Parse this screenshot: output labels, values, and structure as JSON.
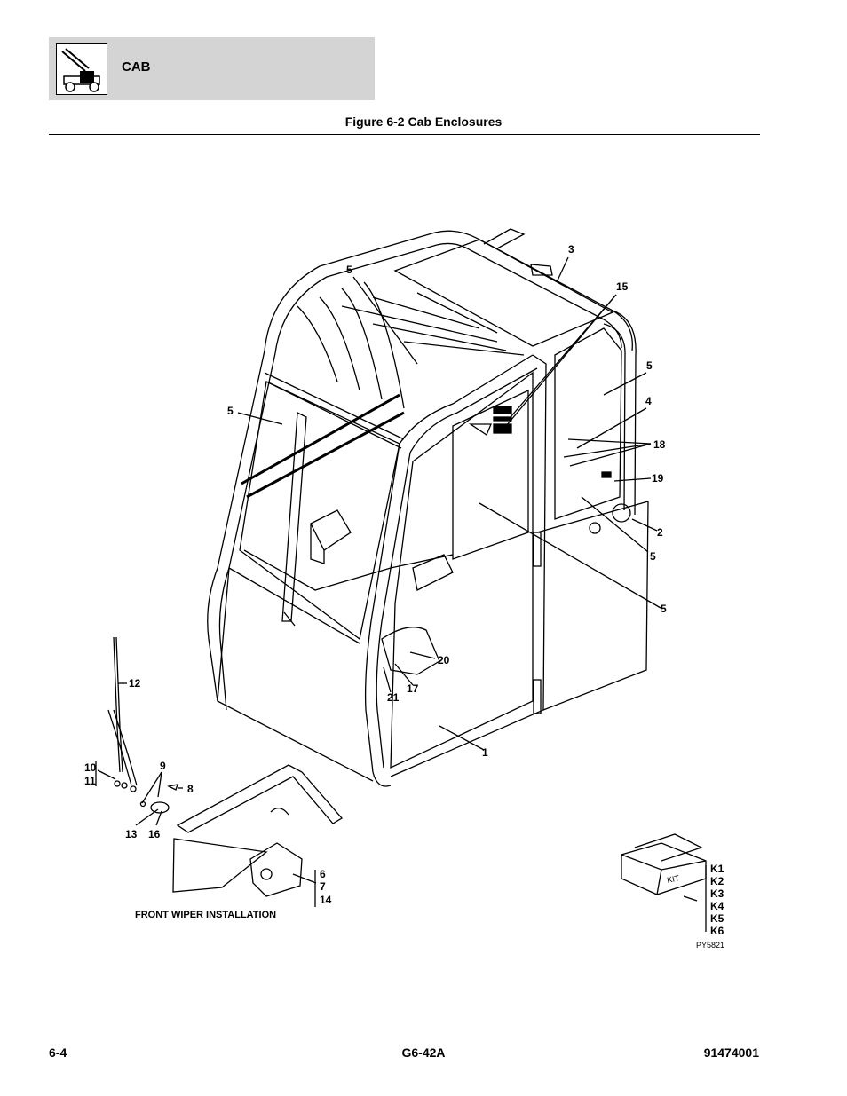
{
  "header": {
    "section_title": "CAB",
    "icon": "telehandler-icon"
  },
  "figure": {
    "title": "Figure 6-2 Cab Enclosures",
    "callouts": {
      "c1": "1",
      "c2": "2",
      "c3": "3",
      "c4": "4",
      "c5a": "5",
      "c5b": "5",
      "c5c": "5",
      "c5d": "5",
      "c5e": "5",
      "c15": "15",
      "c18": "18",
      "c19": "19",
      "c20": "20",
      "c17": "17",
      "c21": "21",
      "c12": "12",
      "c10": "10",
      "c11": "11",
      "c9": "9",
      "c8": "8",
      "c13": "13",
      "c16": "16",
      "c6": "6",
      "c7": "7",
      "c14": "14"
    },
    "wiper_caption": "FRONT WIPER INSTALLATION",
    "kit": {
      "box_label": "KIT",
      "items": [
        "K1",
        "K2",
        "K3",
        "K4",
        "K5",
        "K6"
      ]
    },
    "drawing_number": "PY5821"
  },
  "footer": {
    "page": "6-4",
    "model": "G6-42A",
    "doc_number": "91474001"
  }
}
